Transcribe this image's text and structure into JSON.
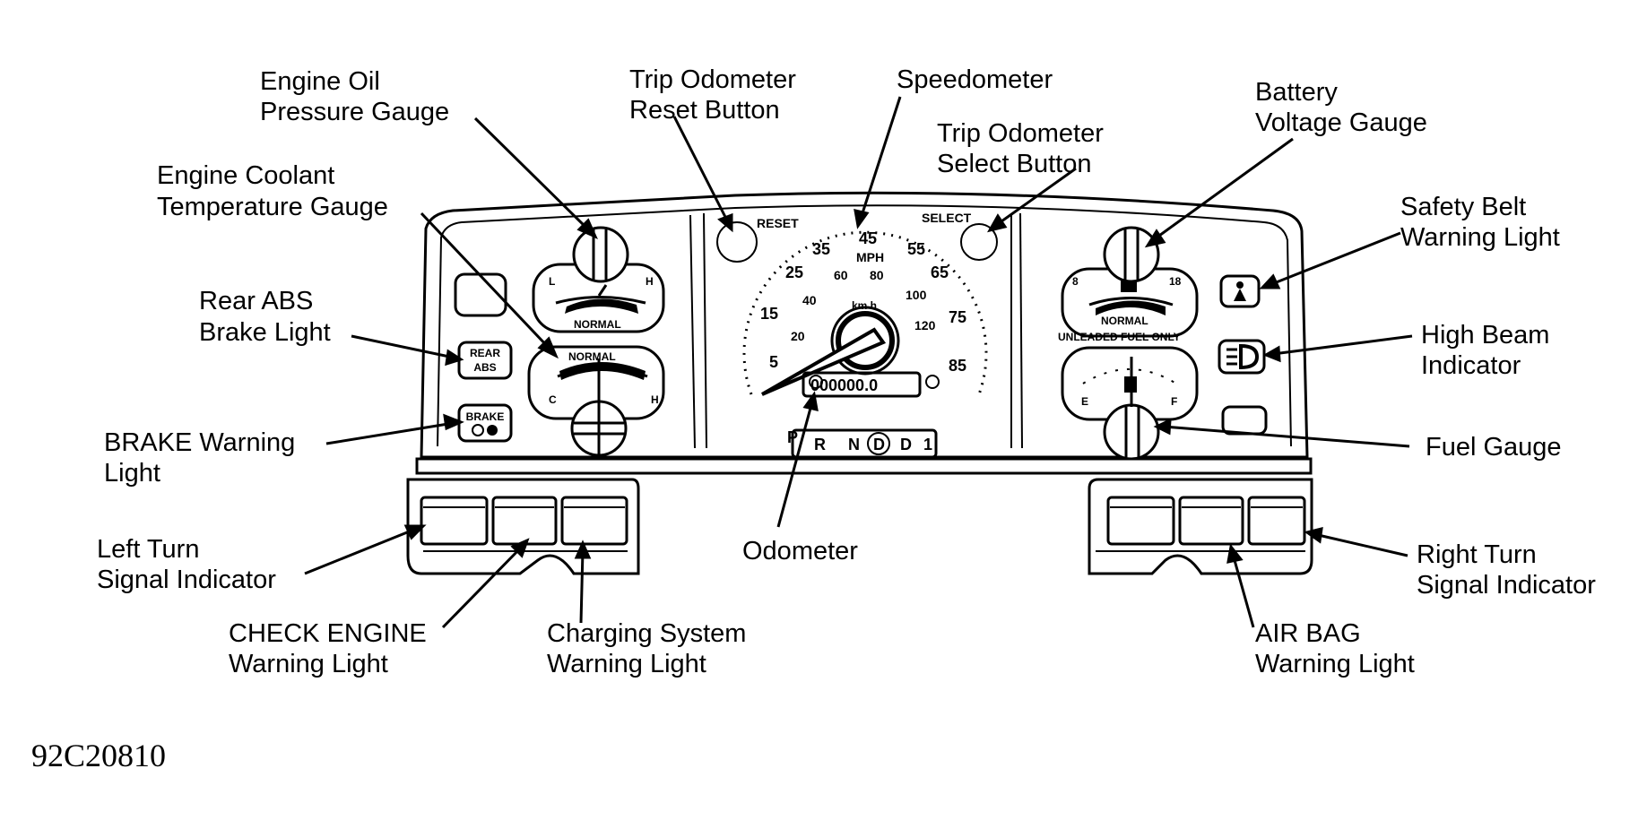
{
  "labels": {
    "oil_pressure": [
      "Engine Oil",
      "Pressure Gauge"
    ],
    "coolant_temp": [
      "Engine Coolant",
      "Temperature Gauge"
    ],
    "rear_abs": [
      "Rear ABS",
      "Brake Light"
    ],
    "brake_warning": [
      "BRAKE Warning",
      "Light"
    ],
    "left_turn": [
      "Left Turn",
      "Signal Indicator"
    ],
    "check_engine": [
      "CHECK ENGINE",
      "Warning Light"
    ],
    "charging": [
      "Charging System",
      "Warning Light"
    ],
    "trip_reset": [
      "Trip Odometer",
      "Reset Button"
    ],
    "speedometer": [
      "Speedometer"
    ],
    "trip_select": [
      "Trip Odometer",
      "Select Button"
    ],
    "odometer": [
      "Odometer"
    ],
    "battery": [
      "Battery",
      "Voltage Gauge"
    ],
    "safety_belt": [
      "Safety Belt",
      "Warning Light"
    ],
    "high_beam": [
      "High Beam",
      "Indicator"
    ],
    "fuel_gauge": [
      "Fuel Gauge"
    ],
    "right_turn": [
      "Right Turn",
      "Signal Indicator"
    ],
    "air_bag": [
      "AIR BAG",
      "Warning Light"
    ]
  },
  "figure_id": "92C20810",
  "panel": {
    "reset_text": "RESET",
    "select_text": "SELECT",
    "mph_text": "MPH",
    "kmh_text": "km h",
    "mph_ticks": [
      "5",
      "15",
      "25",
      "35",
      "45",
      "55",
      "65",
      "75",
      "85"
    ],
    "kmh_ticks": [
      "20",
      "40",
      "60",
      "80",
      "100",
      "120"
    ],
    "odometer_reading": "000000.0",
    "gear_selector": [
      "P",
      "R",
      "N",
      "D",
      "D",
      "1"
    ],
    "rear_abs_badge": [
      "REAR",
      "ABS"
    ],
    "brake_badge": "BRAKE",
    "oil_gauge": {
      "low": "L",
      "high": "H",
      "normal": "NORMAL"
    },
    "coolant_gauge": {
      "cold": "C",
      "hot": "H",
      "normal": "NORMAL"
    },
    "volt_gauge": {
      "low": "8",
      "high": "18",
      "normal": "NORMAL"
    },
    "fuel_gauge": {
      "empty": "E",
      "full": "F",
      "note": "UNLEADED FUEL ONLY"
    }
  }
}
